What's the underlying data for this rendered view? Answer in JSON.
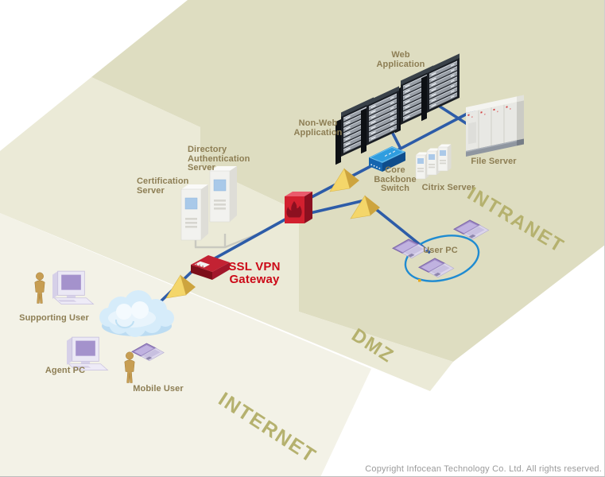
{
  "diagram": {
    "zones": {
      "intranet": "INTRANET",
      "dmz": "DMZ",
      "internet": "INTERNET"
    },
    "labels": {
      "web_app": "Web\nApplication",
      "non_web_app": "Non-Web\nApplication",
      "file_server": "File Server",
      "core_switch": "Core\nBackbone\nSwitch",
      "citrix_server": "Citrix Server",
      "dir_auth_server": "Directory\nAuthentication\nServer",
      "cert_server": "Certification\nServer",
      "ssl_vpn_gateway": "SSL VPN\nGateway",
      "user_pc": "User PC",
      "supporting_user": "Supporting User",
      "agent_pc": "Agent PC",
      "mobile_user": "Mobile User"
    },
    "footer": {
      "copyright": "Copyright Infocean Technology Co. Ltd.  All rights reserved."
    },
    "colors": {
      "zone_intranet": "#deddc1",
      "zone_dmz": "#ebead7",
      "zone_internet": "#f3f2e7",
      "line_blue": "#2d5ca8",
      "gray_link": "#c9c9c0",
      "accent_red": "#cc0a18",
      "firewall_red": "#d2202f",
      "switch_blue": "#2f9ddf",
      "cone_yellow": "#f4d66a",
      "label_olive": "#8d7e54",
      "zone_text_olive": "#b5b16e",
      "device_lavender": "#a492cc",
      "person_tan": "#c79e53",
      "cloud_blue": "#d6ecfa",
      "ring_blue": "#1f8bd1"
    }
  }
}
